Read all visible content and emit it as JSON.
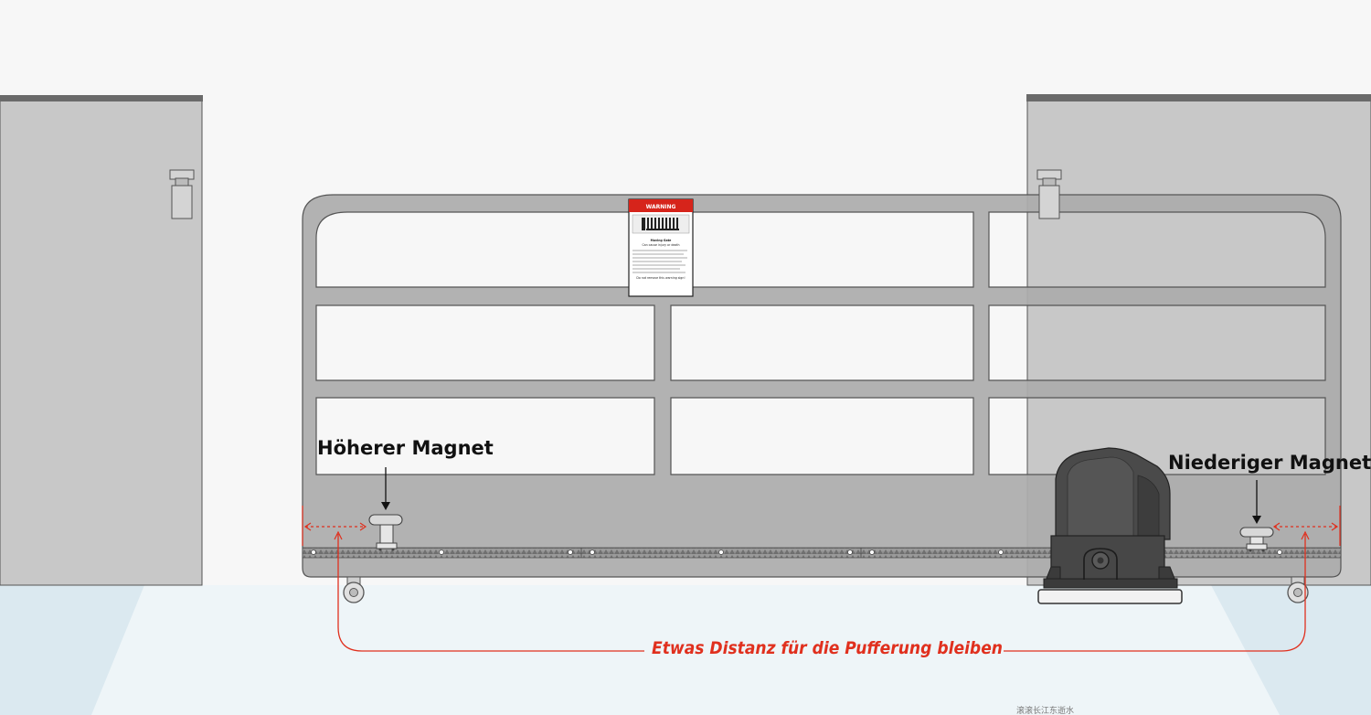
{
  "labels": {
    "higher_magnet": "Höherer Magnet",
    "lower_magnet": "Niederiger Magnet",
    "buffer_distance": "Etwas Distanz für die Pufferung bleiben"
  },
  "warning_sign": {
    "header": "WARNING",
    "title": "Moving Gate",
    "subtitle": "Can cause injury or death",
    "footer": "Do not remove this warning sign!"
  },
  "watermark": "滚滚长江东逝水",
  "colors": {
    "background": "#f7f7f7",
    "ground": "#eef5f8",
    "ground_side": "#dbe9f0",
    "pillar": "#c8c8c8",
    "pillar_cap": "#6a6a6a",
    "gate": "#acacac",
    "gate_outline": "#555555",
    "motor": "#4a4a4a",
    "accent_red": "#e0301e",
    "warning_red": "#d6241b"
  }
}
